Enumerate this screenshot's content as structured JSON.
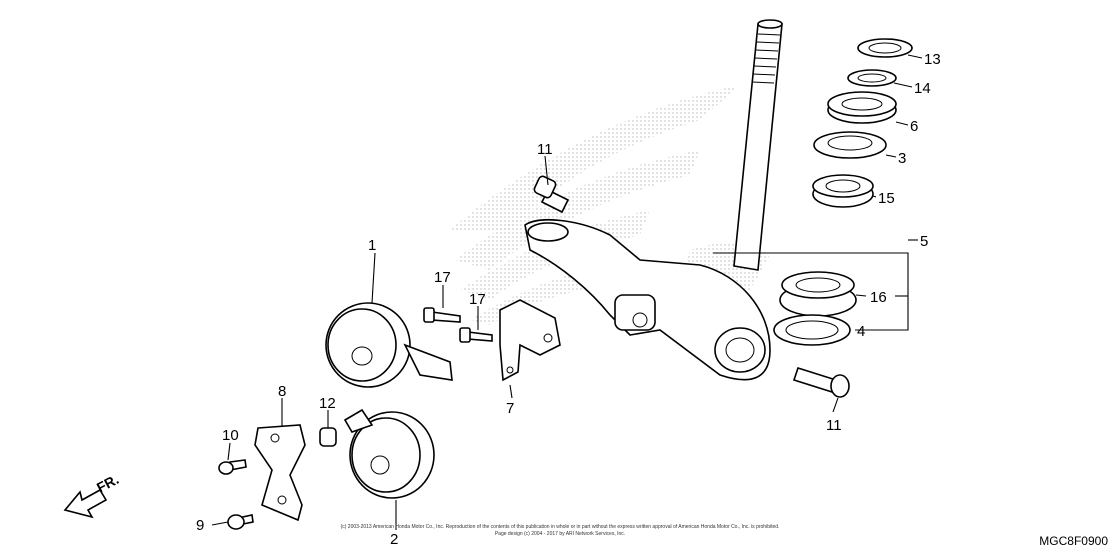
{
  "diagram": {
    "code": "MGC8F0900",
    "copyright_line1": "(c) 2003-2013 American Honda Motor Co., Inc. Reproduction of the contents of this publication in whole or in part without the express written approval of American Honda Motor Co., Inc. is prohibited.",
    "copyright_line2": "Page design (c) 2004 - 2017 by ARI Network Services, Inc.",
    "direction_label": "FR."
  },
  "callouts": [
    {
      "id": "c13",
      "text": "13"
    },
    {
      "id": "c14",
      "text": "14"
    },
    {
      "id": "c6",
      "text": "6"
    },
    {
      "id": "c3",
      "text": "3"
    },
    {
      "id": "c15",
      "text": "15"
    },
    {
      "id": "c5",
      "text": "5"
    },
    {
      "id": "c16",
      "text": "16"
    },
    {
      "id": "c4",
      "text": "4"
    },
    {
      "id": "c11a",
      "text": "11"
    },
    {
      "id": "c11b",
      "text": "11"
    },
    {
      "id": "c1",
      "text": "1"
    },
    {
      "id": "c17a",
      "text": "17"
    },
    {
      "id": "c17b",
      "text": "17"
    },
    {
      "id": "c7",
      "text": "7"
    },
    {
      "id": "c8",
      "text": "8"
    },
    {
      "id": "c12",
      "text": "12"
    },
    {
      "id": "c10",
      "text": "10"
    },
    {
      "id": "c9",
      "text": "9"
    },
    {
      "id": "c2",
      "text": "2"
    }
  ]
}
